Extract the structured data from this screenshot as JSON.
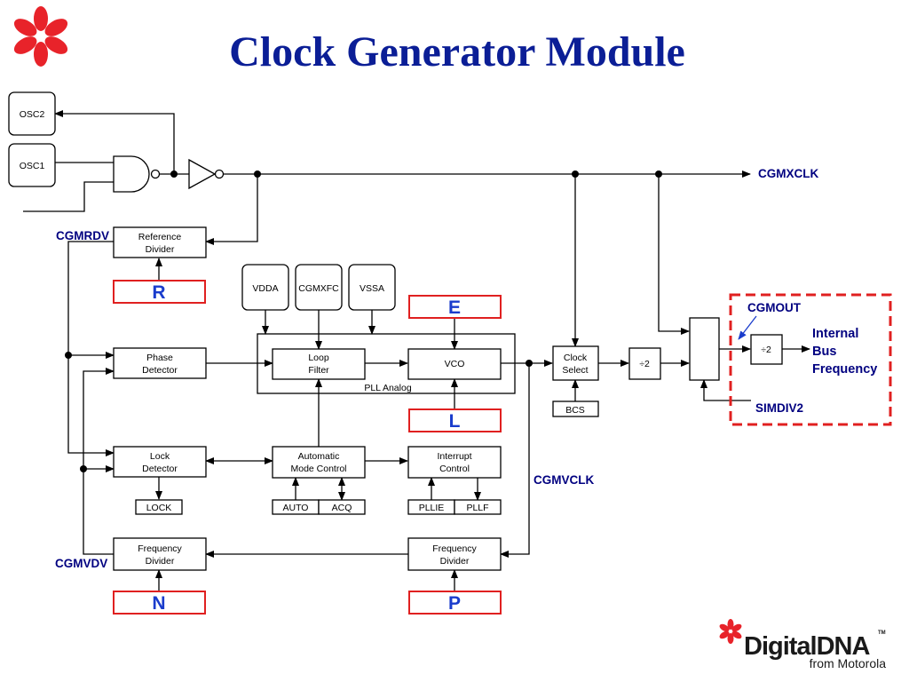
{
  "title": "Clock Generator Module",
  "blocks": {
    "osc2": "OSC2",
    "osc1": "OSC1",
    "ref_divider": [
      "Reference",
      "Divider"
    ],
    "phase_detector": [
      "Phase",
      "Detector"
    ],
    "lock_detector": [
      "Lock",
      "Detector"
    ],
    "freq_divider_left": [
      "Frequency",
      "Divider"
    ],
    "freq_divider_right": [
      "Frequency",
      "Divider"
    ],
    "vdda": "VDDA",
    "cgmxfc": "CGMXFC",
    "vssa": "VSSA",
    "loop_filter": [
      "Loop",
      "Filter"
    ],
    "vco": "VCO",
    "pll_analog": "PLL Analog",
    "auto_mode_control": [
      "Automatic",
      "Mode Control"
    ],
    "interrupt_control": [
      "Interrupt",
      "Control"
    ],
    "clock_select": [
      "Clock",
      "Select"
    ],
    "bcs": "BCS",
    "div2_a": "÷2",
    "div2_b": "÷2",
    "lock_bit": "LOCK",
    "auto_bit": "AUTO",
    "acq_bit": "ACQ",
    "pllie_bit": "PLLIE",
    "pllf_bit": "PLLF"
  },
  "registers": {
    "r": "R",
    "e": "E",
    "l": "L",
    "n": "N",
    "p": "P"
  },
  "signals": {
    "cgmxclk": "CGMXCLK",
    "cgmrdv": "CGMRDV",
    "cgmvdv": "CGMVDV",
    "cgmvclk": "CGMVCLK",
    "cgmout": "CGMOUT",
    "simdiv2": "SIMDIV2",
    "internal_bus_frequency": [
      "Internal",
      "Bus",
      "Frequency"
    ]
  },
  "logo": {
    "text": "DigitalDNA",
    "tm": "TM",
    "subtext": "from Motorola"
  },
  "colors": {
    "title": "#0b1e96",
    "signal_label": "#000080",
    "register_letter": "#1a3ccc",
    "register_border": "#e02020",
    "highlight_dashed_border": "#e02020",
    "logo_red": "#e8232a",
    "cgmout_arrow": "#1a3ccc"
  }
}
